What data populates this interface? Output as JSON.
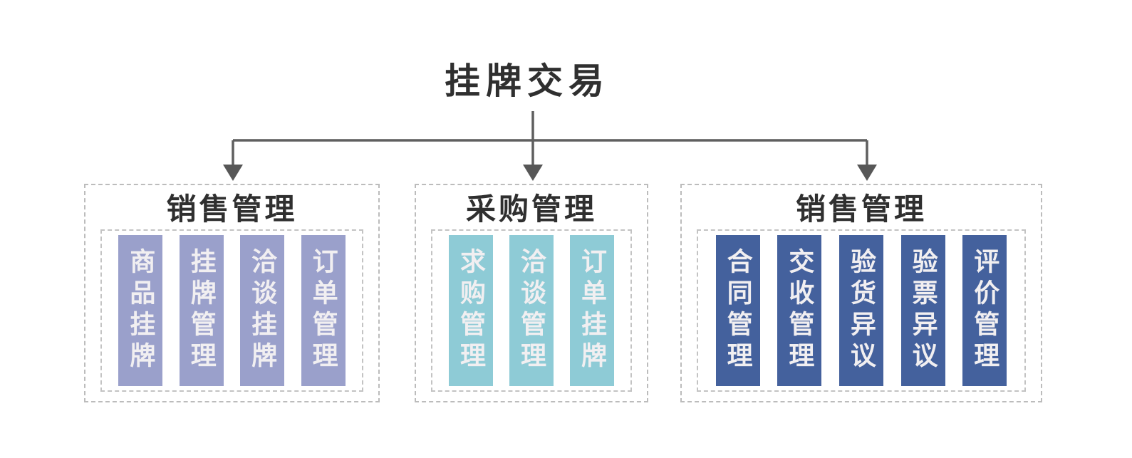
{
  "title": "挂牌交易",
  "groups": [
    {
      "name": "销售管理",
      "color": "#9aa0cb",
      "items": [
        "商品挂牌",
        "挂牌管理",
        "洽谈挂牌",
        "订单管理"
      ]
    },
    {
      "name": "采购管理",
      "color": "#8ecbd6",
      "items": [
        "求购管理",
        "洽谈管理",
        "订单挂牌"
      ]
    },
    {
      "name": "销售管理",
      "color": "#44619d",
      "items": [
        "合同管理",
        "交收管理",
        "验货异议",
        "验票异议",
        "评价管理"
      ]
    }
  ],
  "colors": {
    "title_text": "#2f2f2f",
    "column_text": "#f1eff1",
    "connector_line": "#5f5f5f",
    "dashed_border": "#bcbcbc",
    "background": "#ffffff"
  }
}
